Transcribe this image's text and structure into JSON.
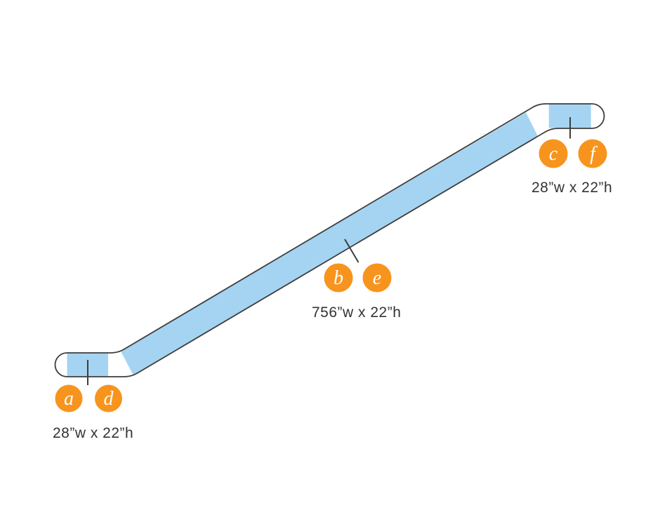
{
  "diagram": {
    "title": "escalator-side-profile",
    "colors": {
      "background": "#ffffff",
      "outline": "#3d3d3d",
      "panel_blue": "#a5d4f2",
      "marker_orange": "#f7941e",
      "marker_letter": "#ffffff",
      "label_text": "#333333"
    },
    "segments": [
      {
        "id": "lower-landing",
        "label": "28”w x 22”h",
        "marker_ids": [
          "a",
          "d"
        ]
      },
      {
        "id": "incline",
        "label": "756”w x 22”h",
        "marker_ids": [
          "b",
          "e"
        ]
      },
      {
        "id": "upper-landing",
        "label": "28”w x 22”h",
        "marker_ids": [
          "c",
          "f"
        ]
      }
    ],
    "markers": [
      {
        "letter": "a"
      },
      {
        "letter": "d"
      },
      {
        "letter": "b"
      },
      {
        "letter": "e"
      },
      {
        "letter": "c"
      },
      {
        "letter": "f"
      }
    ]
  }
}
